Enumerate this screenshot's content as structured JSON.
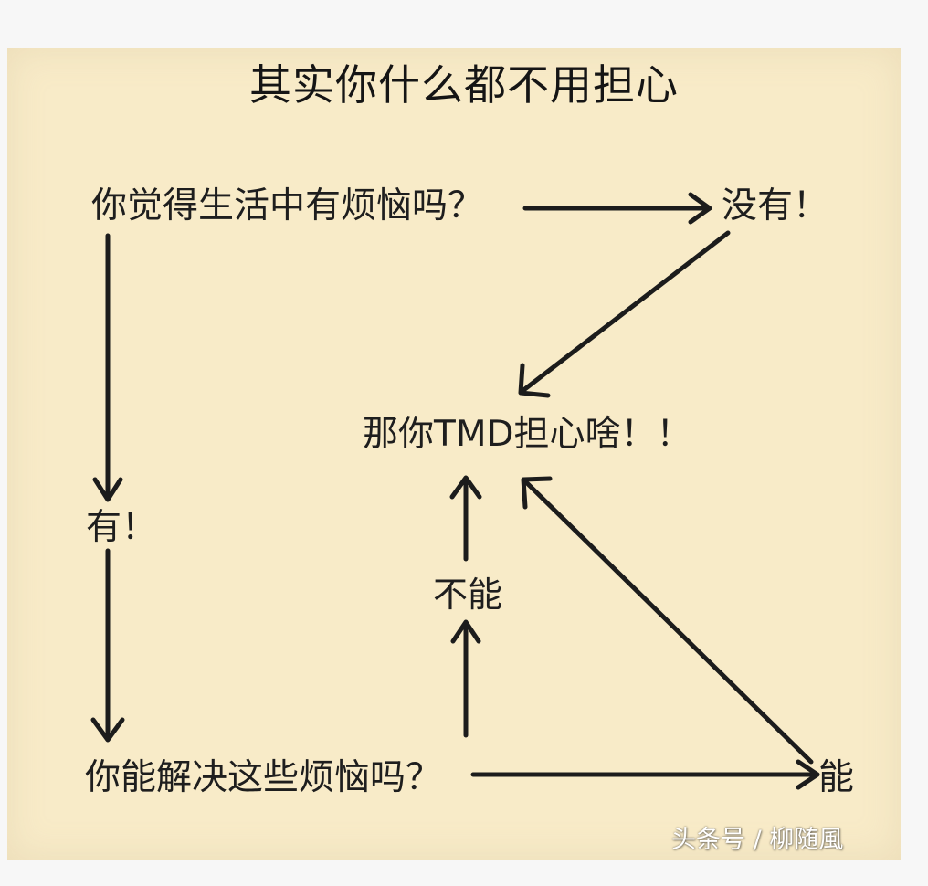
{
  "diagram": {
    "title": "其实你什么都不用担心",
    "nodes": {
      "question_troubles": "你觉得生活中有烦恼吗？",
      "answer_no": "没有！",
      "center_conclusion": "那你TMD担心啥！！",
      "answer_yes": "有！",
      "answer_cannot": "不能",
      "question_solve": "你能解决这些烦恼吗？",
      "answer_can": "能"
    }
  },
  "watermark": "头条号 / 柳随風",
  "colors": {
    "paper": "#f8ebc8",
    "ink": "#1e1e1e",
    "background": "#f7f7f7"
  }
}
